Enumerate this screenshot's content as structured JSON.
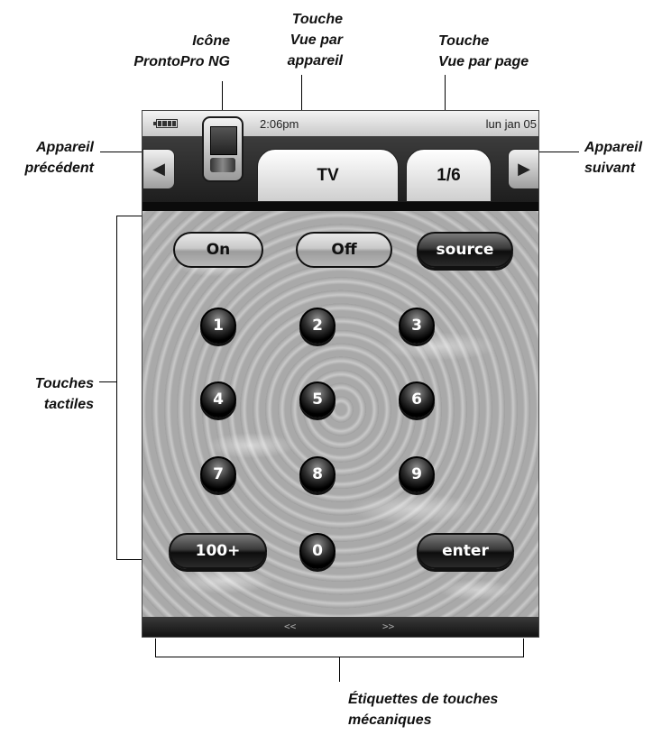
{
  "callouts": {
    "pronto_icon": [
      "Icône",
      "ProntoPro NG"
    ],
    "device_view": [
      "Touche",
      "Vue par",
      "appareil"
    ],
    "page_view": [
      "Touche",
      "Vue par page"
    ],
    "prev_device": [
      "Appareil",
      "précédent"
    ],
    "next_device": [
      "Appareil",
      "suivant"
    ],
    "touch_keys": [
      "Touches",
      "tactiles"
    ],
    "hard_key_labels": [
      "Étiquettes de touches",
      "mécaniques"
    ]
  },
  "statusbar": {
    "time": "2:06pm",
    "date": "lun jan 05",
    "battery_bars": 4
  },
  "tabs": {
    "device": "TV",
    "page": "1/6"
  },
  "nav": {
    "prev_icon": "◀",
    "next_icon": "▶"
  },
  "buttons": {
    "on": "On",
    "off": "Off",
    "source": "source",
    "n1": "1",
    "n2": "2",
    "n3": "3",
    "n4": "4",
    "n5": "5",
    "n6": "6",
    "n7": "7",
    "n8": "8",
    "n9": "9",
    "hundred_plus": "100+",
    "n0": "0",
    "enter": "enter"
  },
  "hard_keys": {
    "left": "<<",
    "right": ">>"
  }
}
